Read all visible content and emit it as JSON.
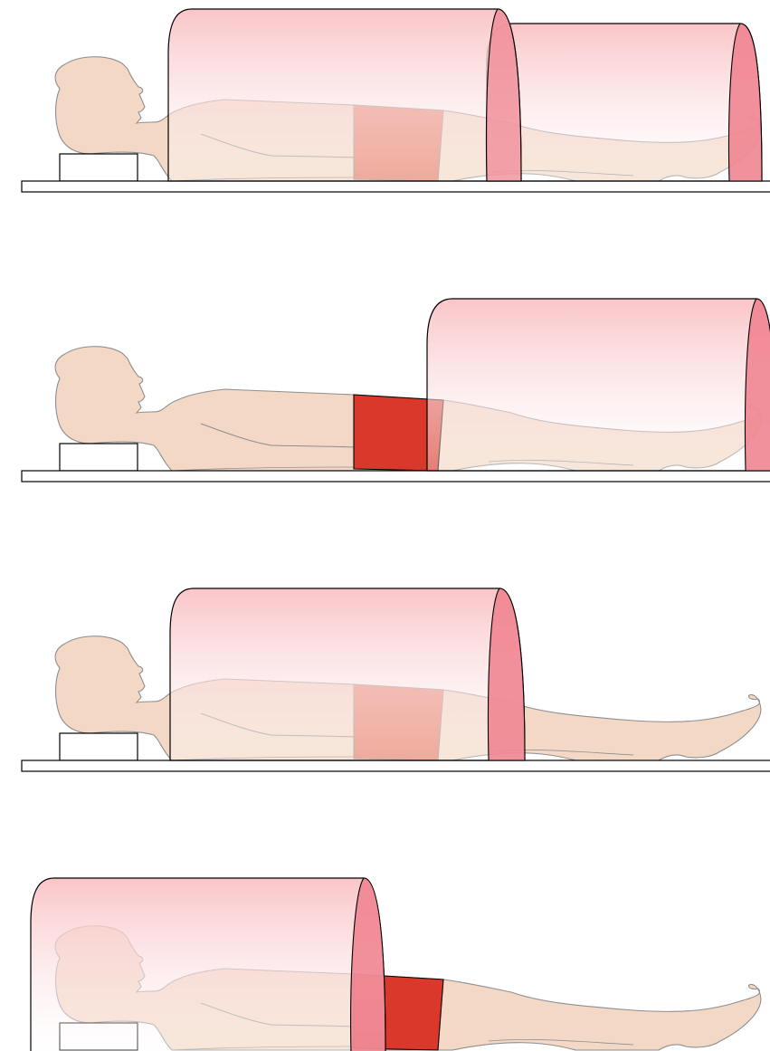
{
  "colors": {
    "background": "#ffffff",
    "skin": "#f2d8c5",
    "skin_stroke": "#8f8f8f",
    "outline": "#000000",
    "table_fill": "#ffffff",
    "gantry_top": "#f9c2c5",
    "gantry_bottom": "#ffffff",
    "gantry_rim": "#ef8591",
    "region_active": "#d9382a",
    "region_passive": "#e57d66"
  },
  "panels": [
    {
      "gantry": "two-rings-over-torso-and-legs",
      "region_state": "passive"
    },
    {
      "gantry": "single-ring-over-legs",
      "region_state": "active"
    },
    {
      "gantry": "single-ring-over-torso",
      "region_state": "passive"
    },
    {
      "gantry": "single-ring-over-head",
      "region_state": "active"
    }
  ]
}
